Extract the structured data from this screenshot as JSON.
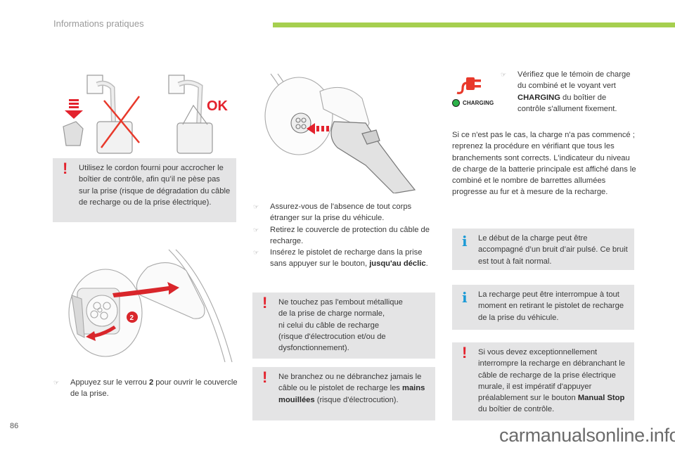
{
  "header": {
    "section_title": "Informations pratiques",
    "accent_color": "#a6cf4f"
  },
  "footer": {
    "page_number": "86",
    "watermark": "carmanualsonline.info"
  },
  "left_column": {
    "illustration_top": {
      "description": "Control box hung by cord (wrong: crossed out) vs hung with supplied cord (OK)",
      "ok_label": "OK",
      "icons": [
        "red-cross-icon",
        "down-arrow-icon"
      ]
    },
    "warning_box": {
      "icon": "exclamation-icon",
      "text": "Utilisez le cordon fourni pour accrocher le boîtier de contrôle, afin qu’il ne pèse pas sur la prise (risque de dégradation du câble de recharge ou de la prise électrique)."
    },
    "illustration_bottom": {
      "description": "Opening the charging socket cover by pressing latch 2",
      "callout": "2"
    },
    "step": {
      "bullet": "hand-pointer-icon",
      "before": "Appuyez sur le verrou ",
      "bold": "2",
      "after": " pour ouvrir le couvercle de la prise."
    }
  },
  "middle_column": {
    "illustration": {
      "description": "Inserting charging gun into vehicle socket"
    },
    "steps": [
      {
        "bullet": "hand-pointer-icon",
        "text": "Assurez-vous de l'absence de tout corps étranger sur la prise du véhicule."
      },
      {
        "bullet": "hand-pointer-icon",
        "text": "Retirez le couvercle de protection du câble de recharge."
      },
      {
        "bullet": "hand-pointer-icon",
        "before": "Insérez le pistolet de recharge dans la prise sans appuyer sur le bouton, ",
        "bold": "jusqu'au déclic",
        "after": "."
      }
    ],
    "warning_box_1": {
      "icon": "exclamation-icon",
      "line1": "Ne touchez pas l'embout métallique",
      "line2": "de la prise de charge normale,",
      "line3": "ni celui du câble de recharge",
      "line4": "(risque d'électrocution et/ou de",
      "line5": "dysfonctionnement)."
    },
    "warning_box_2": {
      "icon": "exclamation-icon",
      "before": "Ne branchez ou ne débranchez jamais le câble ou le pistolet de recharge les ",
      "bold": "mains mouillées",
      "after": " (risque d'électrocution)."
    }
  },
  "right_column": {
    "indicator": {
      "plug_icon": "charging-plug-icon",
      "led_icon": "green-led-icon",
      "led_label": "CHARGING",
      "plug_color": "#e8392b",
      "led_color": "#2db24a"
    },
    "step": {
      "bullet": "hand-pointer-icon",
      "before": "Vérifiez que le témoin de charge du combiné et le voyant vert ",
      "bold": "CHARGING",
      "after": " du boîtier de contrôle s'allument fixement."
    },
    "paragraph": "Si ce n'est pas le cas, la charge n'a pas commencé ; reprenez la procédure en vérifiant que tous les branchements sont corrects. L'indicateur du niveau de charge de la batterie principale est affiché dans le combiné et le nombre de barrettes allumées progresse au fur et à mesure de la recharge.",
    "info_box_1": {
      "icon": "info-icon",
      "text": "Le début de la charge peut être accompagné d’un bruit d’air pulsé. Ce bruit est tout à fait normal."
    },
    "info_box_2": {
      "icon": "info-icon",
      "text": "La recharge peut être interrompue à tout moment en retirant le pistolet de recharge de la prise du véhicule."
    },
    "warning_box": {
      "icon": "exclamation-icon",
      "before": "Si vous devez exceptionnellement interrompre la recharge en débranchant le câble de recharge de la prise électrique murale, il est impératif d'appuyer préalablement sur le bouton ",
      "bold": "Manual Stop",
      "after": " du boîtier de contrôle."
    }
  },
  "icons": {
    "warning_glyph": "!",
    "info_glyph": "i",
    "hand_glyph": "☞"
  }
}
